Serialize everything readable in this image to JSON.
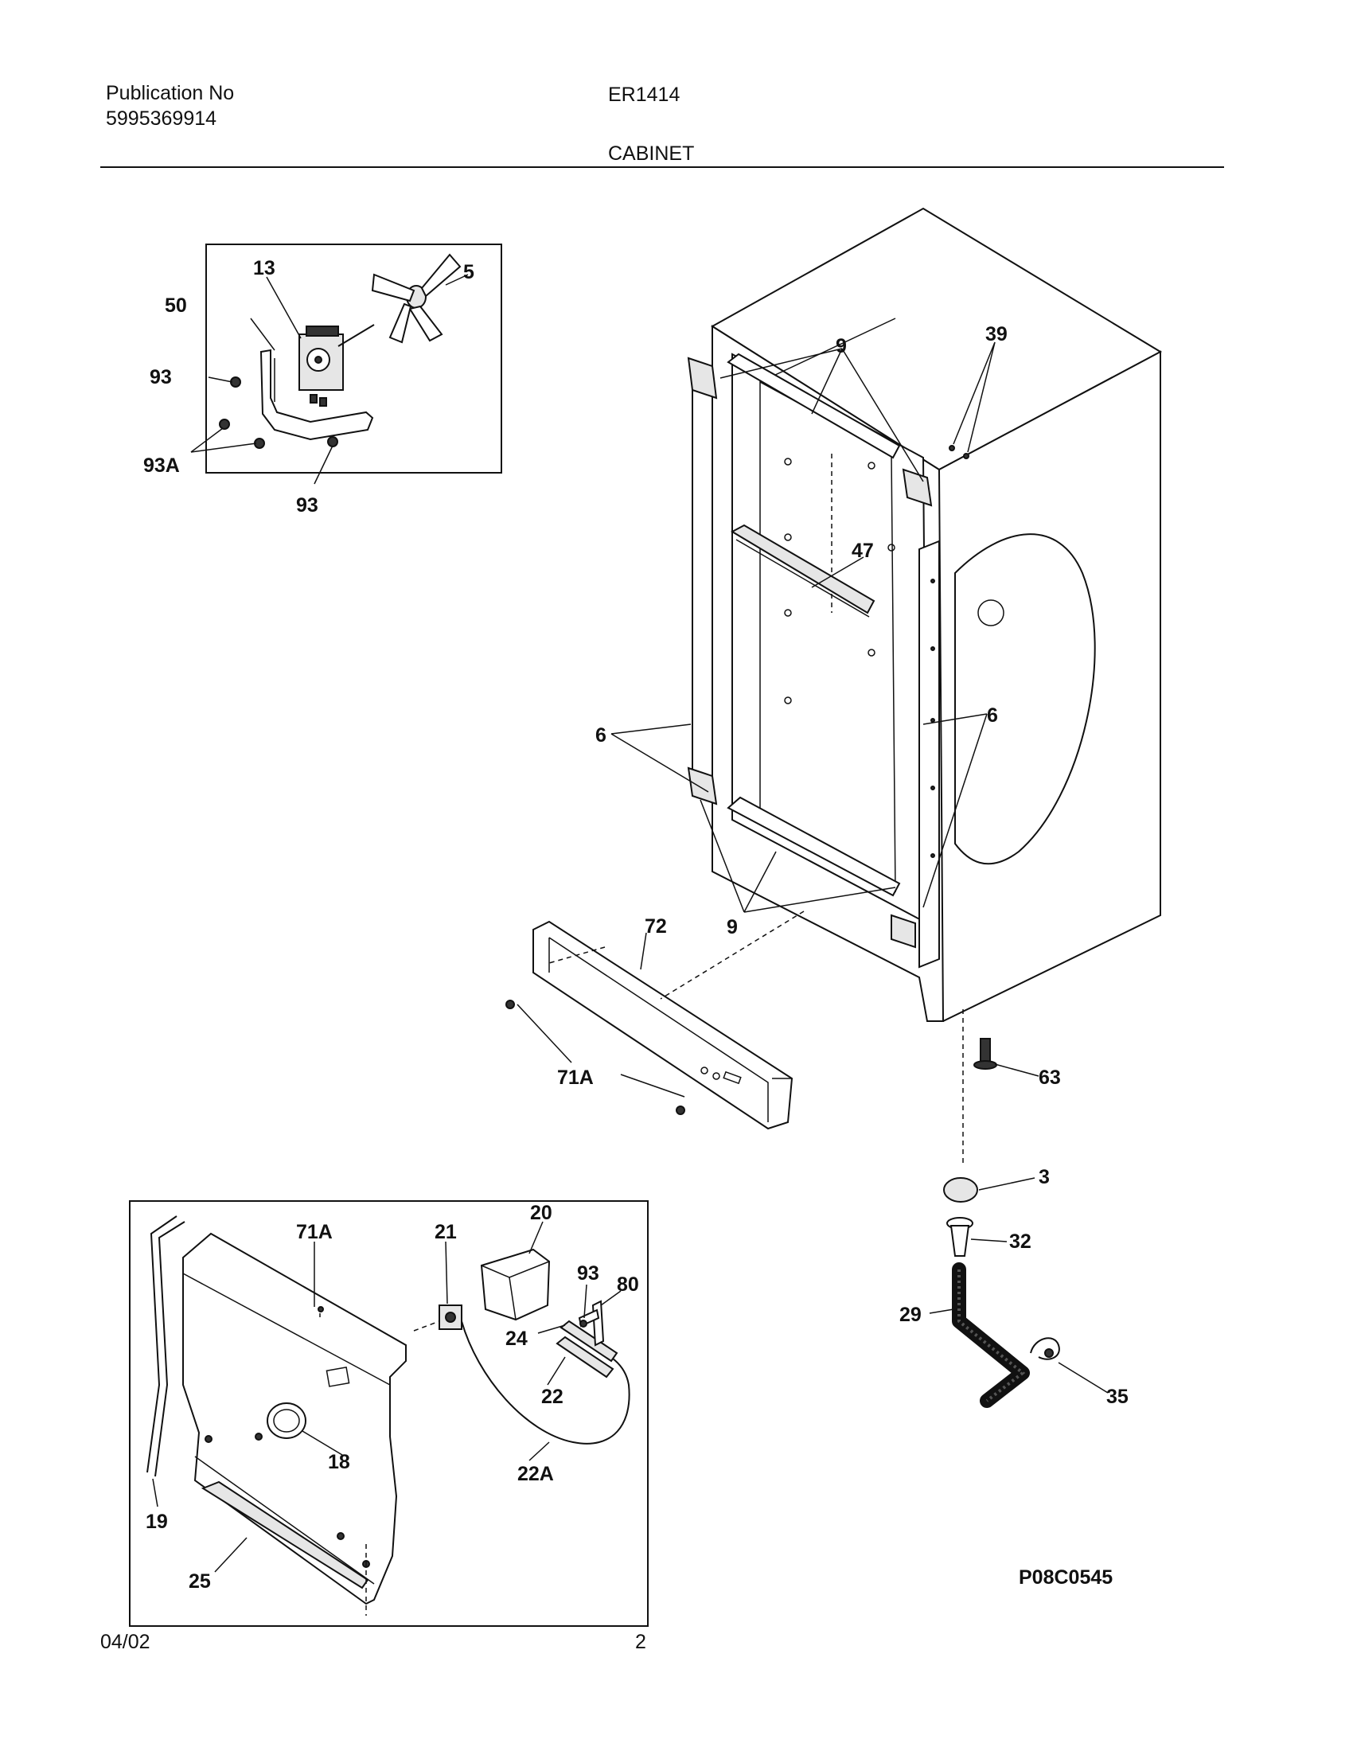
{
  "header": {
    "publication_label": "Publication No",
    "publication_number": "5995369914",
    "model": "ER1414",
    "section": "CABINET"
  },
  "footer": {
    "date": "04/02",
    "page": "2"
  },
  "diagram_code": "P08C0545",
  "callouts": {
    "c13": "13",
    "c5": "5",
    "c50": "50",
    "c93_a": "93",
    "c93A_a": "93A",
    "c93_b": "93",
    "c9_top": "9",
    "c39": "39",
    "c47": "47",
    "c6_left": "6",
    "c6_right": "6",
    "c9_bottom": "9",
    "c72": "72",
    "c71A_top": "71A",
    "c63": "63",
    "c3": "3",
    "c32": "32",
    "c29": "29",
    "c35": "35",
    "c20": "20",
    "c71A_inset": "71A",
    "c21": "21",
    "c93_inset": "93",
    "c80": "80",
    "c24": "24",
    "c22": "22",
    "c22A": "22A",
    "c18": "18",
    "c19": "19",
    "c25": "25"
  }
}
